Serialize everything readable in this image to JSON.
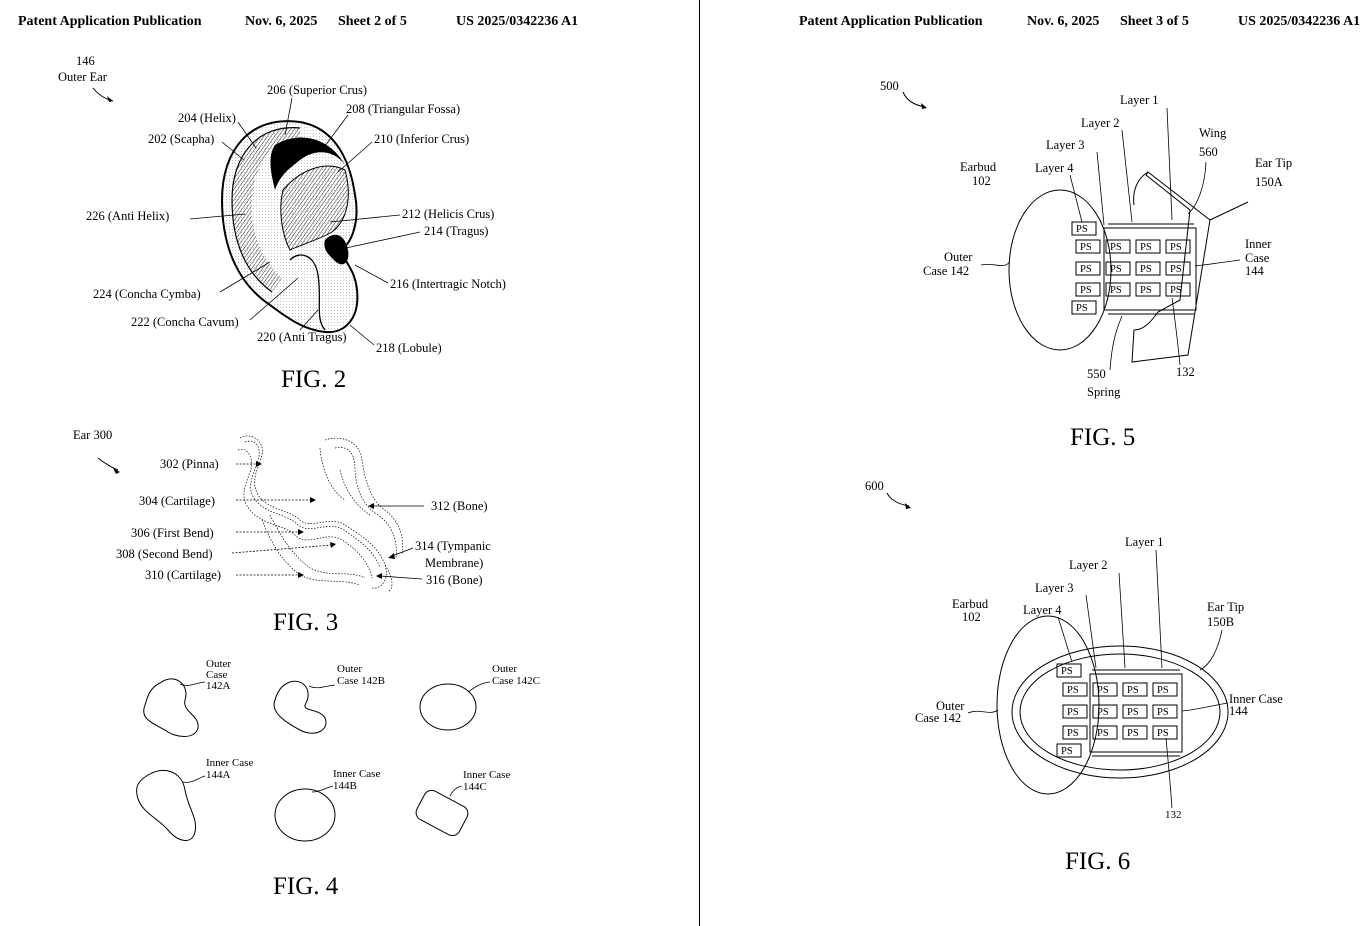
{
  "sheet_left": {
    "header": {
      "pub": "Patent Application Publication",
      "date": "Nov. 6, 2025",
      "sheet": "Sheet 2 of 5",
      "number": "US 2025/0342236 A1"
    },
    "fig2": {
      "caption": "FIG. 2",
      "ref_number": "146",
      "ref_title": "Outer Ear",
      "labels": {
        "superior_crus": "206 (Superior Crus)",
        "triangular_fossa": "208 (Triangular Fossa)",
        "helix": "204 (Helix)",
        "scapha": "202 (Scapha)",
        "inferior_crus": "210 (Inferior Crus)",
        "anti_helix": "226 (Anti Helix)",
        "helicis_crus": "212 (Helicis Crus)",
        "tragus": "214 (Tragus)",
        "intertragic_notch": "216 (Intertragic Notch)",
        "concha_cymba": "224 (Concha Cymba)",
        "concha_cavum": "222 (Concha Cavum)",
        "anti_tragus": "220 (Anti Tragus)",
        "lobule": "218 (Lobule)"
      }
    },
    "fig3": {
      "caption": "FIG. 3",
      "ref": "Ear 300",
      "labels": {
        "pinna": "302 (Pinna)",
        "cartilage_304": "304 (Cartilage)",
        "first_bend": "306 (First Bend)",
        "second_bend": "308 (Second Bend)",
        "cartilage_310": "310 (Cartilage)",
        "bone_312": "312 (Bone)",
        "tympanic_1": "314 (Tympanic",
        "tympanic_2": "Membrane)",
        "bone_316": "316 (Bone)"
      }
    },
    "fig4": {
      "caption": "FIG. 4",
      "labels": {
        "oc_a_1": "Outer",
        "oc_a_2": "Case",
        "oc_a_3": "142A",
        "oc_b_1": "Outer",
        "oc_b_2": "Case 142B",
        "oc_c_1": "Outer",
        "oc_c_2": "Case 142C",
        "ic_a_1": "Inner Case",
        "ic_a_2": "144A",
        "ic_b_1": "Inner Case",
        "ic_b_2": "144B",
        "ic_c_1": "Inner Case",
        "ic_c_2": "144C"
      }
    }
  },
  "sheet_right": {
    "header": {
      "pub": "Patent Application Publication",
      "date": "Nov. 6, 2025",
      "sheet": "Sheet 3 of 5",
      "number": "US 2025/0342236 A1"
    },
    "fig5": {
      "caption": "FIG. 5",
      "ref": "500",
      "labels": {
        "layer1": "Layer 1",
        "layer2": "Layer 2",
        "layer3": "Layer 3",
        "layer4": "Layer 4",
        "earbud_1": "Earbud",
        "earbud_2": "102",
        "wing_1": "Wing",
        "wing_2": "560",
        "eartip_1": "Ear Tip",
        "eartip_2": "150A",
        "outer_1": "Outer",
        "outer_2": "Case 142",
        "inner_1": "Inner",
        "inner_2": "Case",
        "inner_3": "144",
        "spring_1": "550",
        "spring_2": "Spring",
        "n132": "132"
      },
      "ps": "PS"
    },
    "fig6": {
      "caption": "FIG. 6",
      "ref": "600",
      "labels": {
        "layer1": "Layer 1",
        "layer2": "Layer 2",
        "layer3": "Layer 3",
        "layer4": "Layer 4",
        "earbud_1": "Earbud",
        "earbud_2": "102",
        "eartip_1": "Ear Tip",
        "eartip_2": "150B",
        "outer_1": "Outer",
        "outer_2": "Case 142",
        "inner_1": "Inner Case",
        "inner_2": "144",
        "n132": "132"
      },
      "ps": "PS"
    }
  }
}
